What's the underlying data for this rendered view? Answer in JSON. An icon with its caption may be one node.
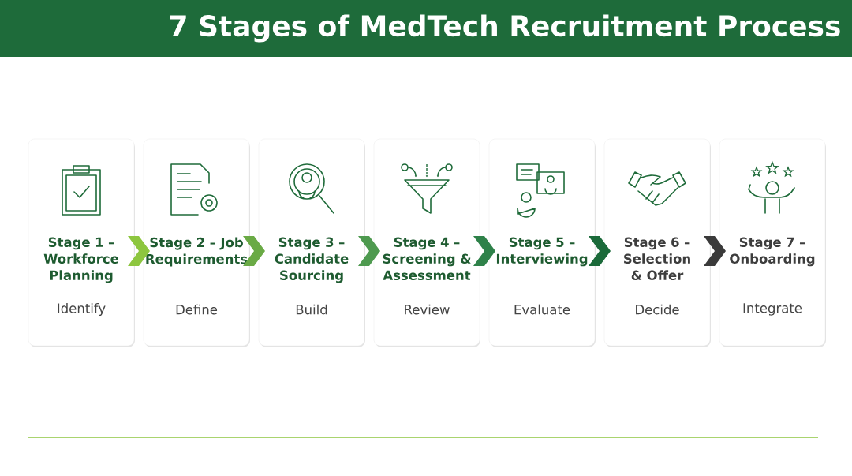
{
  "diagram": {
    "title": "7 Stages of MedTech Recruitment Process",
    "nodes": [
      {
        "text": [
          "Stage 1 – Workforce Planning",
          "Identify"
        ]
      },
      {
        "text": [
          "Stage 2 – Job Requirements",
          "Define"
        ]
      },
      {
        "text": [
          "Stage 3 – Candidate Sourcing",
          "Build"
        ]
      },
      {
        "text": [
          "Stage 4 – Screening & Assessment",
          "Review"
        ]
      },
      {
        "text": [
          "Stage 5 – Interviewing",
          "Evaluate"
        ]
      },
      {
        "text": [
          "Stage 6 – Selection & Offer",
          "Decide"
        ]
      },
      {
        "text": [
          "Stage 7 – Onboarding",
          "Integrate"
        ]
      }
    ],
    "edges": [
      {
        "from": 0,
        "to": 1,
        "arrow": "to",
        "color": "#8dc63f"
      },
      {
        "from": 1,
        "to": 2,
        "arrow": "to",
        "color": "#6aaa45"
      },
      {
        "from": 2,
        "to": 3,
        "arrow": "to",
        "color": "#4e9a4f"
      },
      {
        "from": 3,
        "to": 4,
        "arrow": "to",
        "color": "#2e8149"
      },
      {
        "from": 4,
        "to": 5,
        "arrow": "to",
        "color": "#1b6a3a"
      },
      {
        "from": 5,
        "to": 6,
        "arrow": "to",
        "color": "#3a3a3a"
      }
    ]
  }
}
